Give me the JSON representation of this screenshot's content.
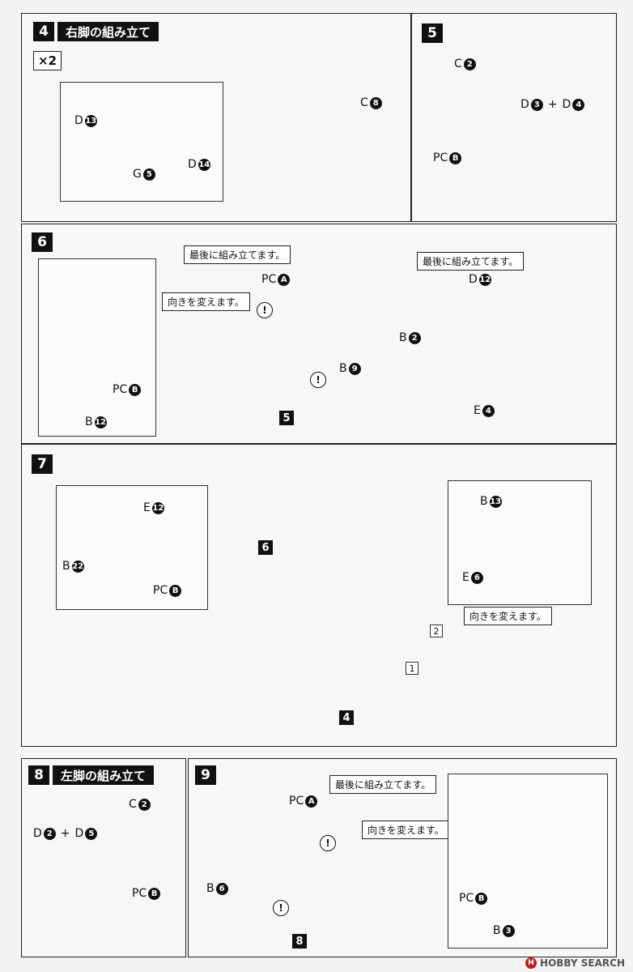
{
  "step4": {
    "num": "4",
    "title": "右脚の組み立て",
    "multiplier": "×2",
    "parts": {
      "d13": "D",
      "d13n": "13",
      "g5": "G",
      "g5n": "5",
      "d14": "D",
      "d14n": "14",
      "c8": "C",
      "c8n": "8"
    }
  },
  "step5": {
    "num": "5",
    "parts": {
      "c2": "C",
      "c2n": "2",
      "d3": "D",
      "d3n": "3",
      "plus": "+",
      "d4": "D",
      "d4n": "4",
      "pcb": "PC",
      "pcbn": "B"
    }
  },
  "step6": {
    "num": "6",
    "note_last": "最後に組み立てます。",
    "note_turn": "向きを変えます。",
    "ref": "5",
    "note_last2": "最後に組み立てます。",
    "parts": {
      "pca": "PC",
      "pcan": "A",
      "pcb": "PC",
      "pcbn": "B",
      "b12": "B",
      "b12n": "12",
      "b9": "B",
      "b9n": "9",
      "d12": "D",
      "d12n": "12",
      "b2": "B",
      "b2n": "2",
      "e4": "E",
      "e4n": "4"
    }
  },
  "step7": {
    "num": "7",
    "ref6": "6",
    "ref4": "4",
    "seq1": "1",
    "seq2": "2",
    "note_turn": "向きを変えます。",
    "parts": {
      "e12": "E",
      "e12n": "12",
      "b22": "B",
      "b22n": "22",
      "pcb": "PC",
      "pcbn": "B",
      "b13": "B",
      "b13n": "13",
      "e6": "E",
      "e6n": "6"
    }
  },
  "step8": {
    "num": "8",
    "title": "左脚の組み立て",
    "parts": {
      "c2": "C",
      "c2n": "2",
      "d2": "D",
      "d2n": "2",
      "plus": "+",
      "d5": "D",
      "d5n": "5",
      "pcb": "PC",
      "pcbn": "B"
    }
  },
  "step9": {
    "num": "9",
    "note_last": "最後に組み立てます。",
    "note_turn": "向きを変えます。",
    "ref8": "8",
    "parts": {
      "pca": "PC",
      "pcan": "A",
      "b6": "B",
      "b6n": "6",
      "pcb": "PC",
      "pcbn": "B",
      "b3": "B",
      "b3n": "3"
    }
  },
  "caution": "!",
  "watermark": {
    "logo": "H",
    "text": "HOBBY SEARCH"
  }
}
